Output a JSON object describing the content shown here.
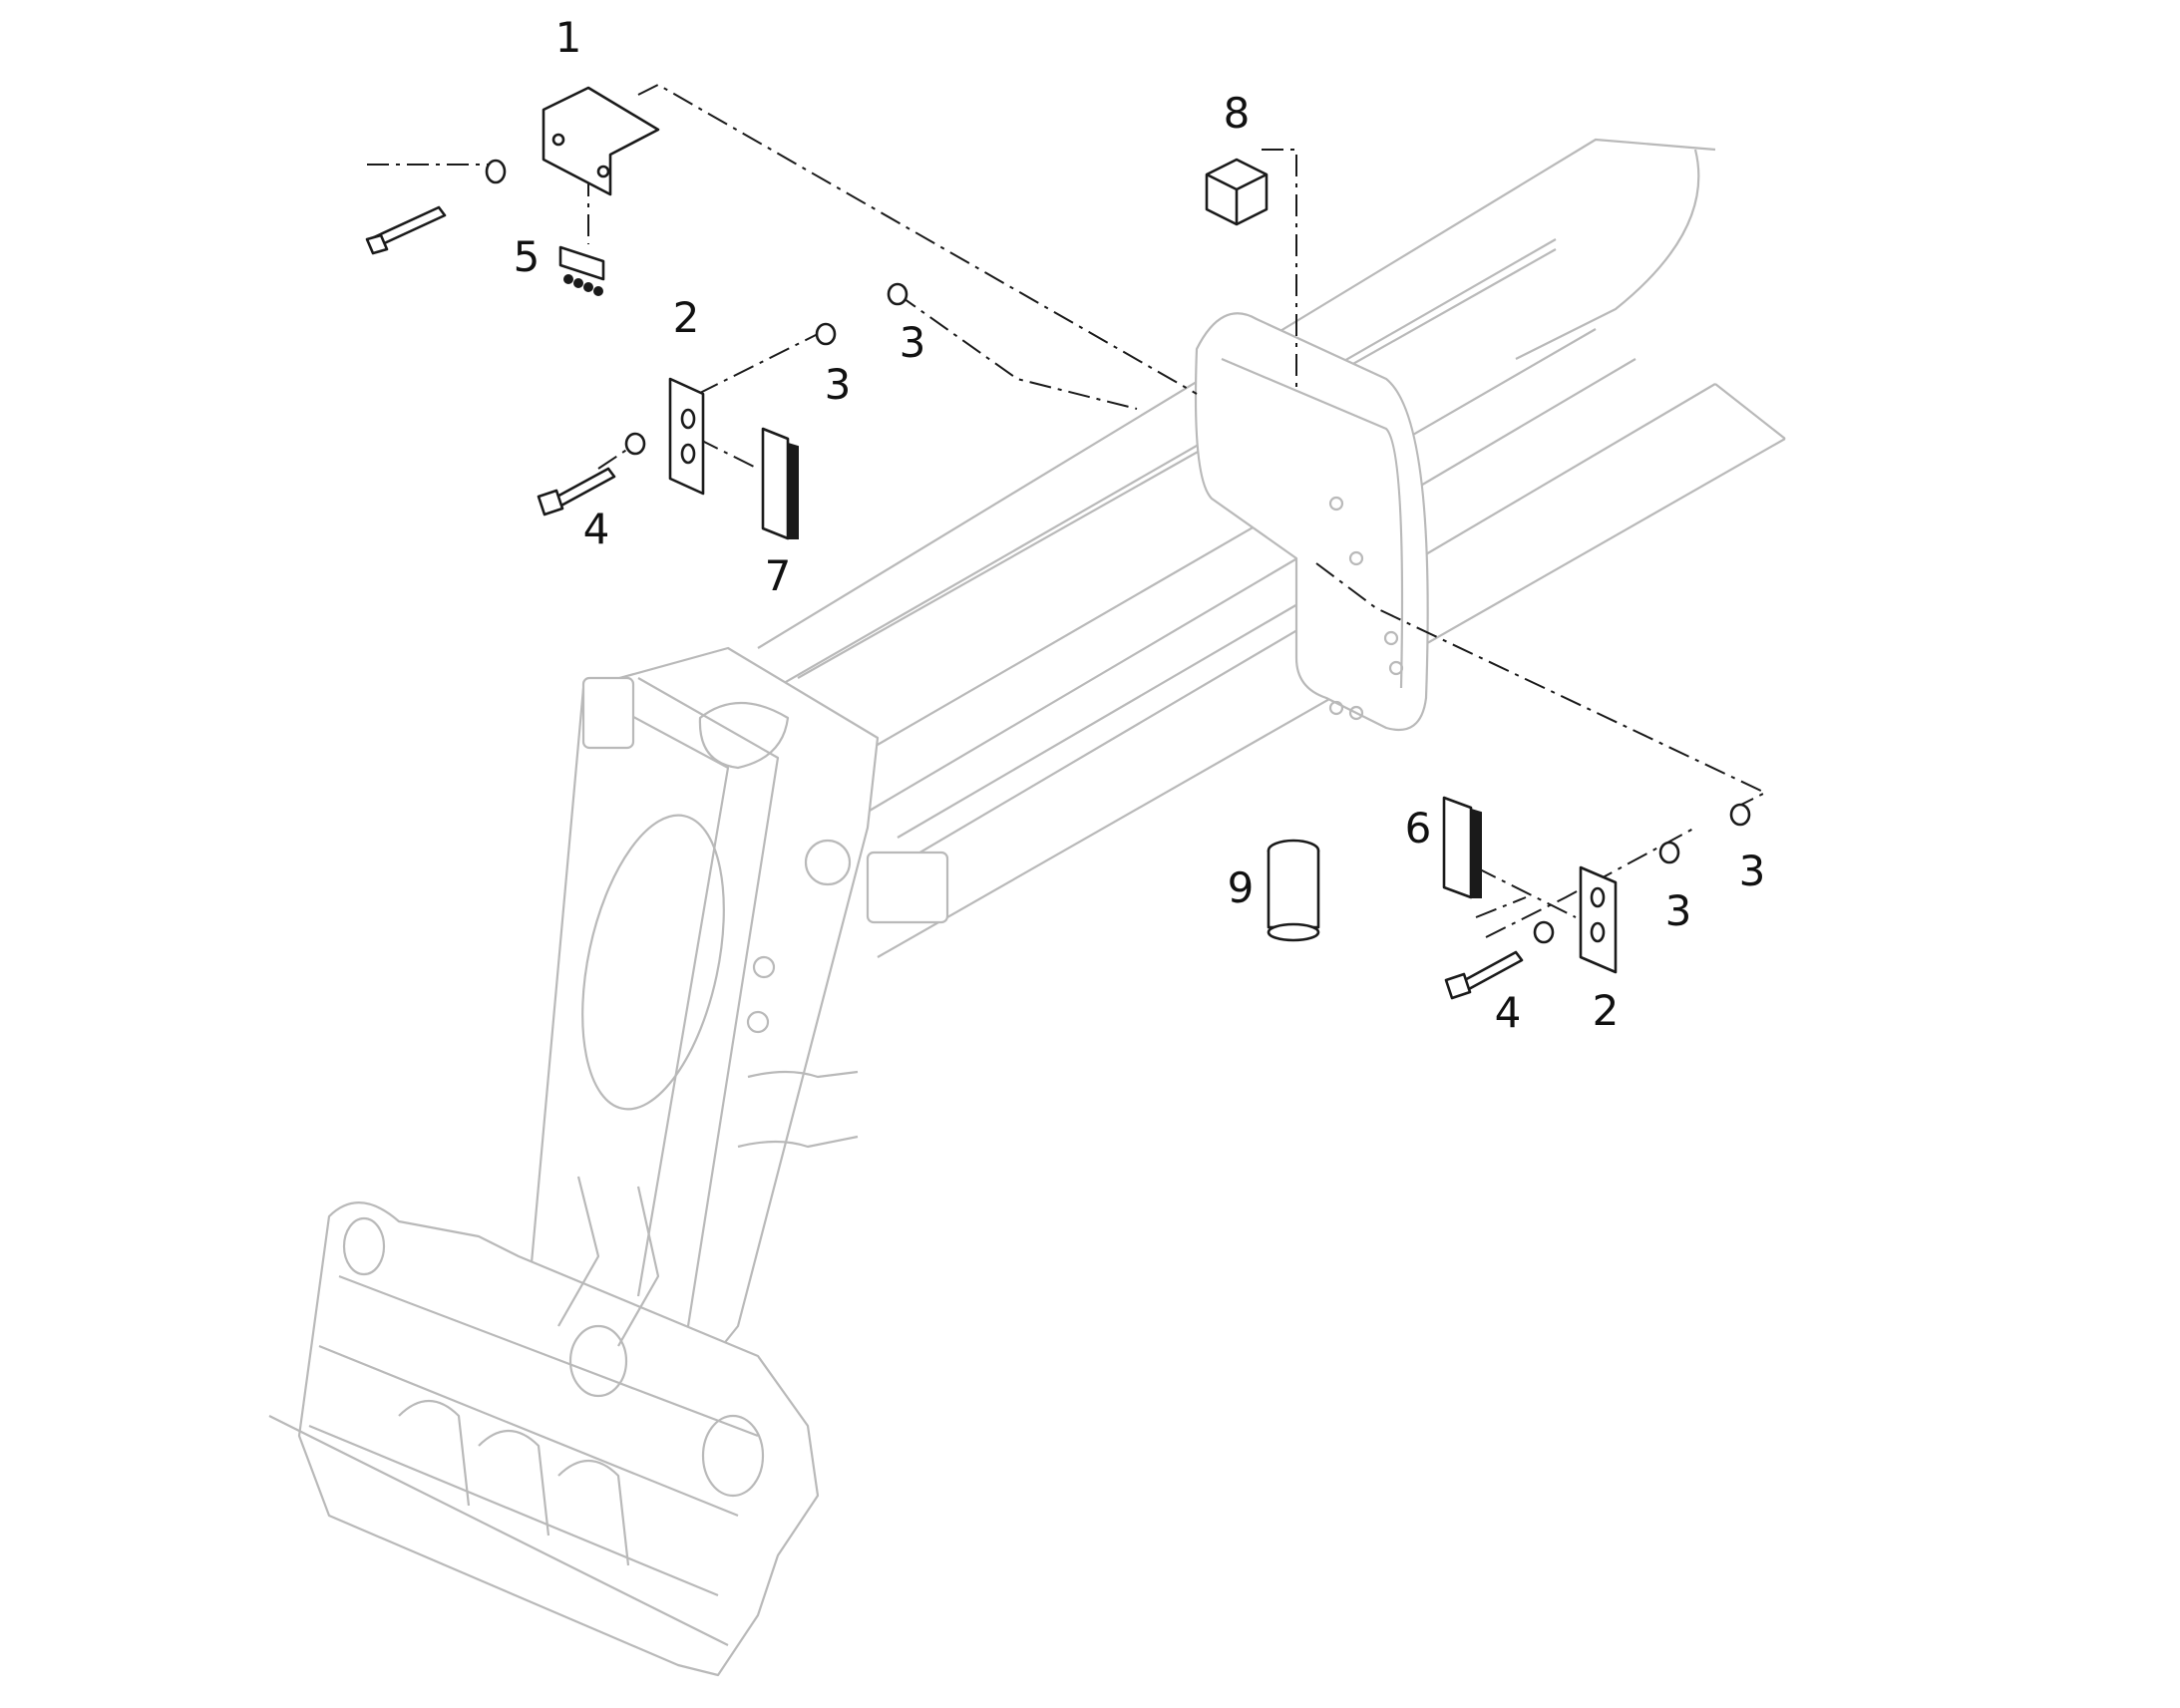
{
  "callouts": [
    {
      "id": "callout-1",
      "label": "1"
    },
    {
      "id": "callout-2a",
      "label": "2"
    },
    {
      "id": "callout-2b",
      "label": "2"
    },
    {
      "id": "callout-3a",
      "label": "3"
    },
    {
      "id": "callout-3b",
      "label": "3"
    },
    {
      "id": "callout-3c",
      "label": "3"
    },
    {
      "id": "callout-3d",
      "label": "3"
    },
    {
      "id": "callout-4a",
      "label": "4"
    },
    {
      "id": "callout-4b",
      "label": "4"
    },
    {
      "id": "callout-5",
      "label": "5"
    },
    {
      "id": "callout-6",
      "label": "6"
    },
    {
      "id": "callout-7",
      "label": "7"
    },
    {
      "id": "callout-8",
      "label": "8"
    },
    {
      "id": "callout-9",
      "label": "9"
    }
  ],
  "colors": {
    "ink": "#1a1a1a",
    "ghost": "#b9b9b9",
    "background": "#ffffff"
  }
}
